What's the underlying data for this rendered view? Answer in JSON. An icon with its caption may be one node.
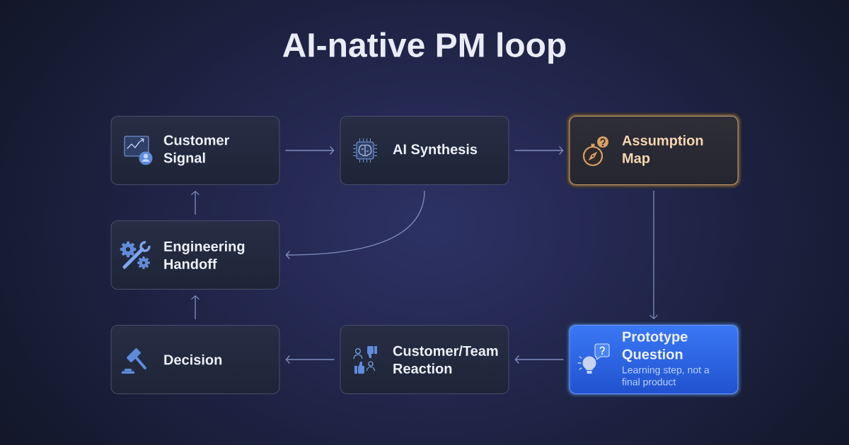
{
  "diagram": {
    "title": "AI-native PM loop",
    "nodes": [
      {
        "text": [
          "Customer Signal"
        ]
      },
      {
        "text": [
          "AI Synthesis"
        ]
      },
      {
        "text": [
          "Assumption Map"
        ]
      },
      {
        "text": [
          "Engineering Handoff"
        ]
      },
      {
        "text": [
          "Decision"
        ]
      },
      {
        "text": [
          "Customer/Team Reaction"
        ]
      },
      {
        "text": [
          "Prototype Question",
          "Learning step, not a final product"
        ]
      }
    ],
    "edges": [
      {
        "from": 0,
        "to": 1,
        "arrow": "to"
      },
      {
        "from": 1,
        "to": 2,
        "arrow": "to"
      },
      {
        "from": 2,
        "to": 6,
        "arrow": "to"
      },
      {
        "from": 6,
        "to": 5,
        "arrow": "to"
      },
      {
        "from": 5,
        "to": 4,
        "arrow": "to"
      },
      {
        "from": 4,
        "to": 3,
        "arrow": "to"
      },
      {
        "from": 3,
        "to": 0,
        "arrow": "to"
      },
      {
        "from": 1,
        "to": 3,
        "arrow": "to"
      }
    ]
  }
}
